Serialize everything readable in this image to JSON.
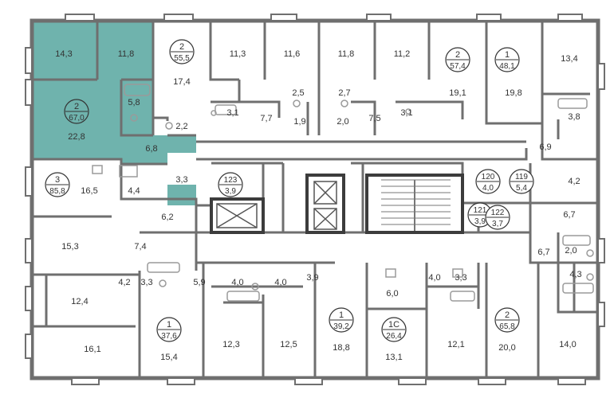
{
  "colors": {
    "wall": "#6f6f6f",
    "wall_dark": "#3c3c3c",
    "highlight": "#6fb3ad",
    "fixture": "#9a9a9a",
    "text": "#333333"
  },
  "selected_apartment": {
    "rooms": "2",
    "area": "67,0"
  },
  "apartments": [
    {
      "id": "apt-top-2-55-5",
      "rooms": "2",
      "area": "55,5"
    },
    {
      "id": "apt-top-2-57-4",
      "rooms": "2",
      "area": "57,4"
    },
    {
      "id": "apt-top-1-48-1",
      "rooms": "1",
      "area": "48,1"
    },
    {
      "id": "apt-selected-2-67-0",
      "rooms": "2",
      "area": "67,0"
    },
    {
      "id": "apt-3-85-8",
      "rooms": "3",
      "area": "85,8"
    },
    {
      "id": "apt-bottom-1-37-6",
      "rooms": "1",
      "area": "37,6"
    },
    {
      "id": "apt-bottom-1-39-2",
      "rooms": "1",
      "area": "39,2"
    },
    {
      "id": "apt-bottom-1c-26-4",
      "rooms": "1С",
      "area": "26,4"
    },
    {
      "id": "apt-bottom-2-65-8",
      "rooms": "2",
      "area": "65,8"
    }
  ],
  "storage_units": [
    {
      "id": "storage-123",
      "number": "123",
      "area": "3,9"
    },
    {
      "id": "storage-120",
      "number": "120",
      "area": "4,0"
    },
    {
      "id": "storage-119",
      "number": "119",
      "area": "5,4"
    },
    {
      "id": "storage-121",
      "number": "121",
      "area": "3,9"
    },
    {
      "id": "storage-122",
      "number": "122",
      "area": "3,7"
    }
  ],
  "room_areas": [
    "14,3",
    "11,8",
    "22,8",
    "5,8",
    "2,2",
    "6,8",
    "3,3",
    "17,4",
    "11,3",
    "11,6",
    "11,8",
    "11,2",
    "19,1",
    "19,8",
    "13,4",
    "2,5",
    "2,7",
    "3,1",
    "7,7",
    "1,9",
    "2,0",
    "7,5",
    "3,1",
    "3,8",
    "6,9",
    "16,5",
    "4,4",
    "4,2",
    "6,2",
    "6,7",
    "15,3",
    "7,4",
    "6,7",
    "2,0",
    "4,3",
    "5,9",
    "4,0",
    "4,0",
    "3,9",
    "3,3",
    "4,2",
    "12,4",
    "6,0",
    "4,0",
    "3,3",
    "16,1",
    "15,4",
    "12,3",
    "12,5",
    "18,8",
    "13,1",
    "12,1",
    "20,0",
    "14,0"
  ]
}
